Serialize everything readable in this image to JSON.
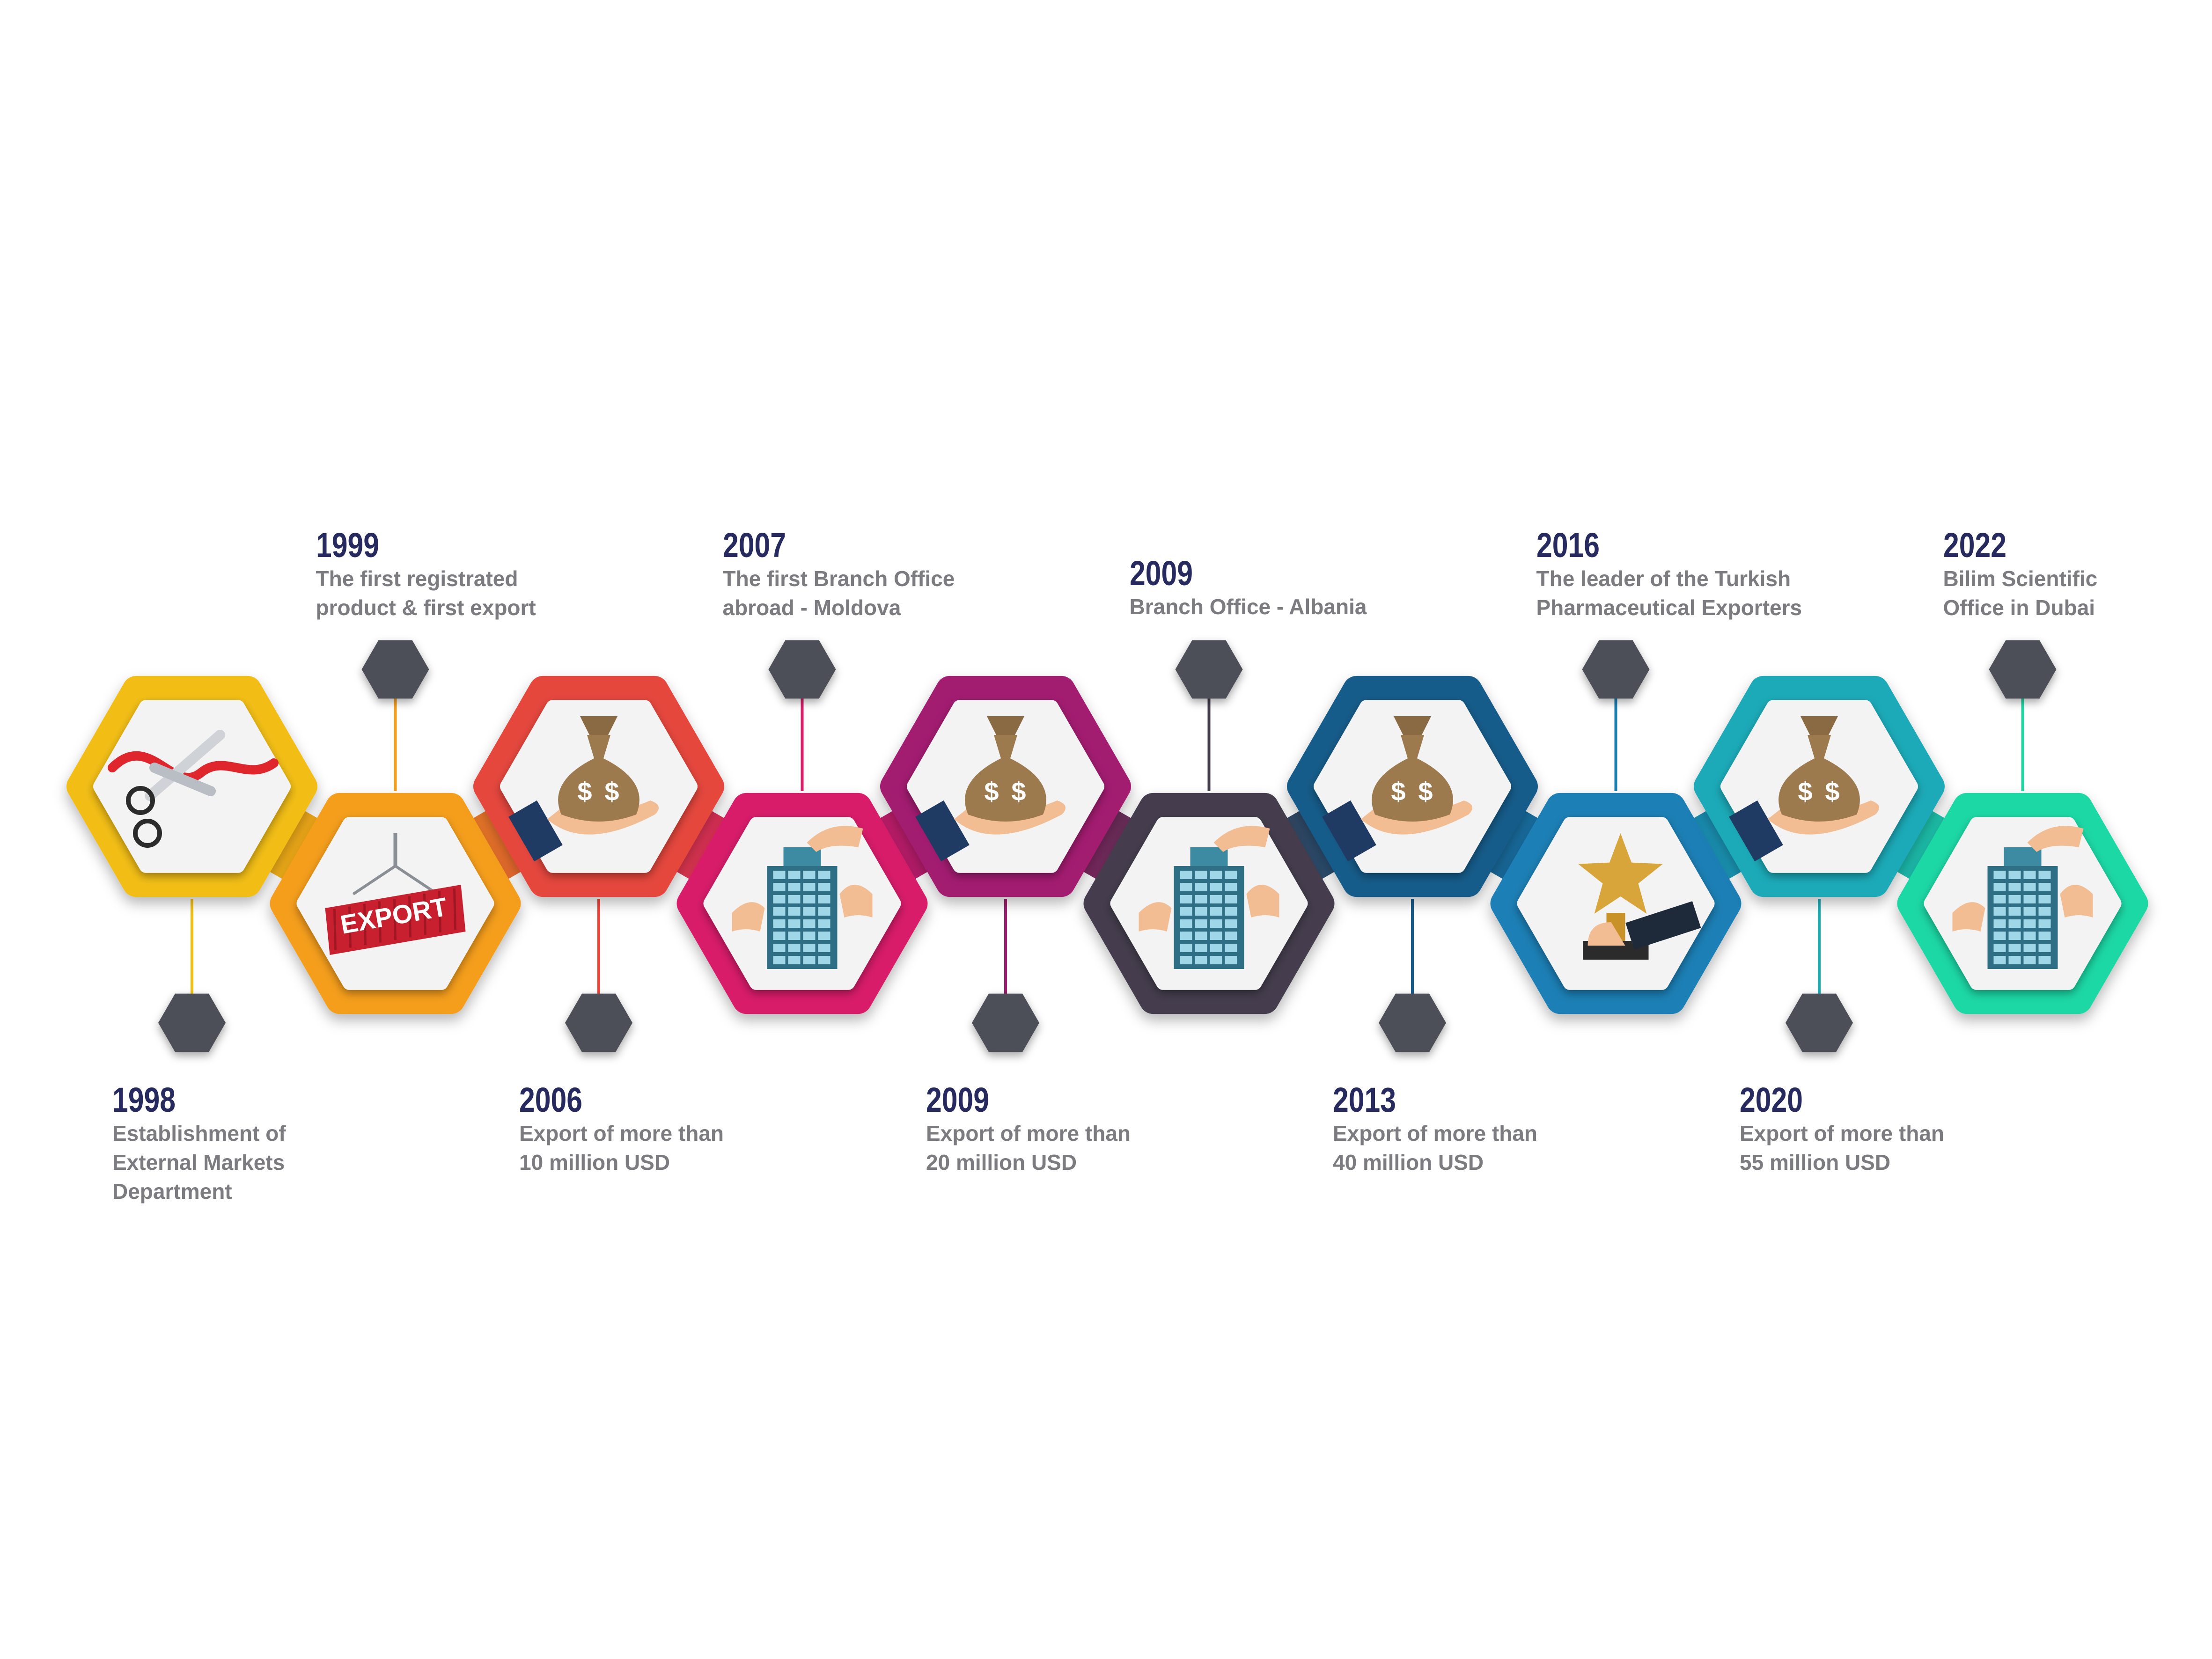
{
  "colors": {
    "year_text": "#262a5e",
    "desc_text": "#7b7b80",
    "marker": "#4e5058",
    "inner_hex": "#f3f3f3"
  },
  "milestones": [
    {
      "year": "1998",
      "text": "Establishment of\nExternal Markets\nDepartment",
      "side": "bottom",
      "icon": "scissors-ribbon-icon",
      "color": "#f2be16"
    },
    {
      "year": "1999",
      "text": "The first registrated\nproduct & first export",
      "side": "top",
      "icon": "export-container-icon",
      "color": "#f59e1b",
      "icon_text": "EXPORT"
    },
    {
      "year": "2006",
      "text": "Export of more than\n10 million USD",
      "side": "bottom",
      "icon": "money-bag-hand-icon",
      "color": "#e5473d"
    },
    {
      "year": "2007",
      "text": "The first Branch Office\nabroad - Moldova",
      "side": "top",
      "icon": "office-building-hands-icon",
      "color": "#d81f6a"
    },
    {
      "year": "2009",
      "text": "Export of more than\n20 million USD",
      "side": "bottom",
      "icon": "money-bag-hand-icon",
      "color": "#a21a6f"
    },
    {
      "year": "2009",
      "text": "Branch Office - Albania",
      "side": "top",
      "icon": "office-building-hands-icon",
      "color": "#443d4d"
    },
    {
      "year": "2013",
      "text": "Export of more than\n40 million USD",
      "side": "bottom",
      "icon": "money-bag-hand-icon",
      "color": "#175b8a"
    },
    {
      "year": "2016",
      "text": "The leader of the Turkish\nPharmaceutical Exporters",
      "side": "top",
      "icon": "star-trophy-icon",
      "color": "#1a7fb5"
    },
    {
      "year": "2020",
      "text": "Export of more than\n55 million USD",
      "side": "bottom",
      "icon": "money-bag-hand-icon",
      "color": "#1aaab8"
    },
    {
      "year": "2022",
      "text": "Bilim Scientific\nOffice in Dubai",
      "side": "top",
      "icon": "office-building-hands-icon",
      "color": "#1fd8a5"
    }
  ]
}
